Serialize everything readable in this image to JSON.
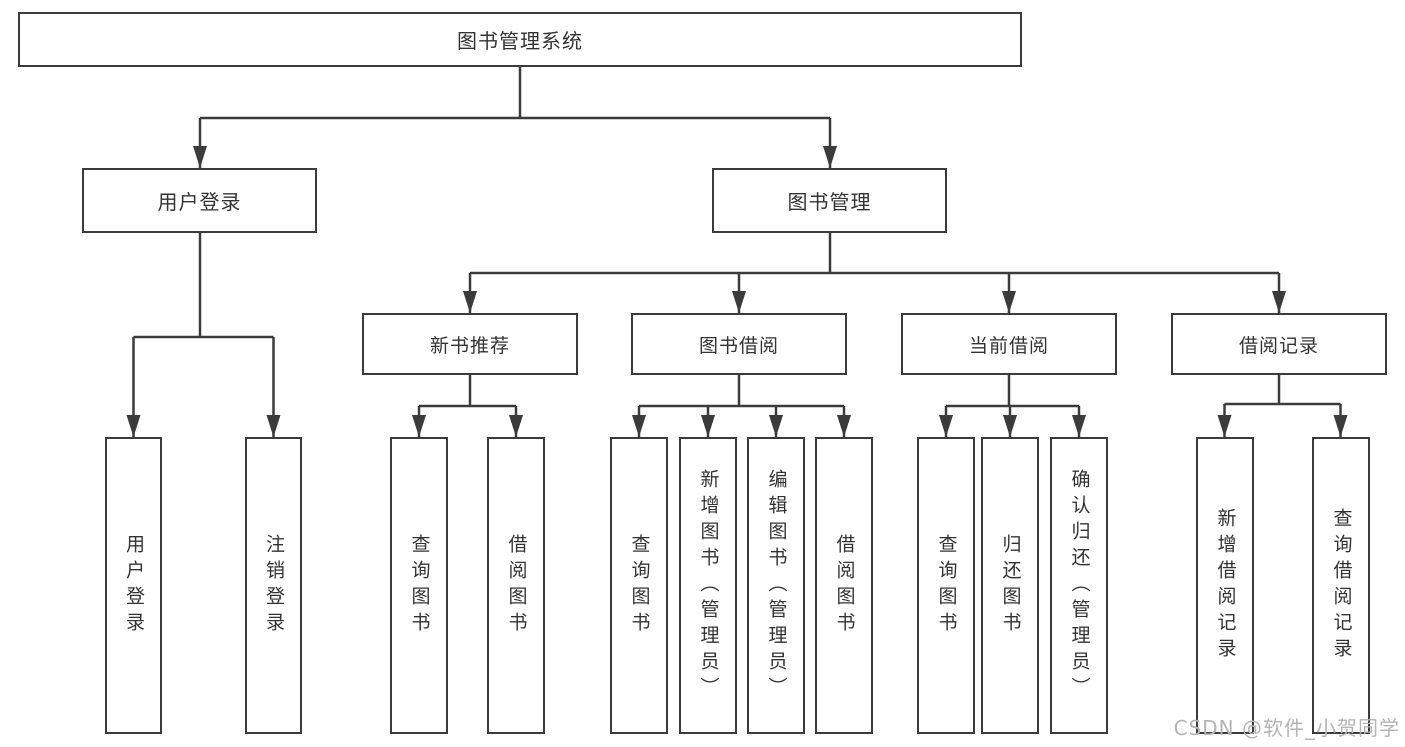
{
  "diagram_title": "图书管理系统",
  "tree": {
    "label": "图书管理系统",
    "children": [
      {
        "label": "用户登录",
        "children": [
          {
            "label": "用户登录"
          },
          {
            "label": "注销登录"
          }
        ]
      },
      {
        "label": "图书管理",
        "children": [
          {
            "label": "新书推荐",
            "children": [
              {
                "label": "查询图书"
              },
              {
                "label": "借阅图书"
              }
            ]
          },
          {
            "label": "图书借阅",
            "children": [
              {
                "label": "查询图书"
              },
              {
                "label": "新增图书（管理员）"
              },
              {
                "label": "编辑图书（管理员）"
              },
              {
                "label": "借阅图书"
              }
            ]
          },
          {
            "label": "当前借阅",
            "children": [
              {
                "label": "查询图书"
              },
              {
                "label": "归还图书"
              },
              {
                "label": "确认归还（管理员）"
              }
            ]
          },
          {
            "label": "借阅记录",
            "children": [
              {
                "label": "新增借阅记录"
              },
              {
                "label": "查询借阅记录"
              }
            ]
          }
        ]
      }
    ]
  },
  "watermark": "CSDN @软件_小贺同学",
  "colors": {
    "line": "#3b3b3b",
    "text": "#333333",
    "background": "#ffffff",
    "watermark": "#b4b4b4"
  }
}
